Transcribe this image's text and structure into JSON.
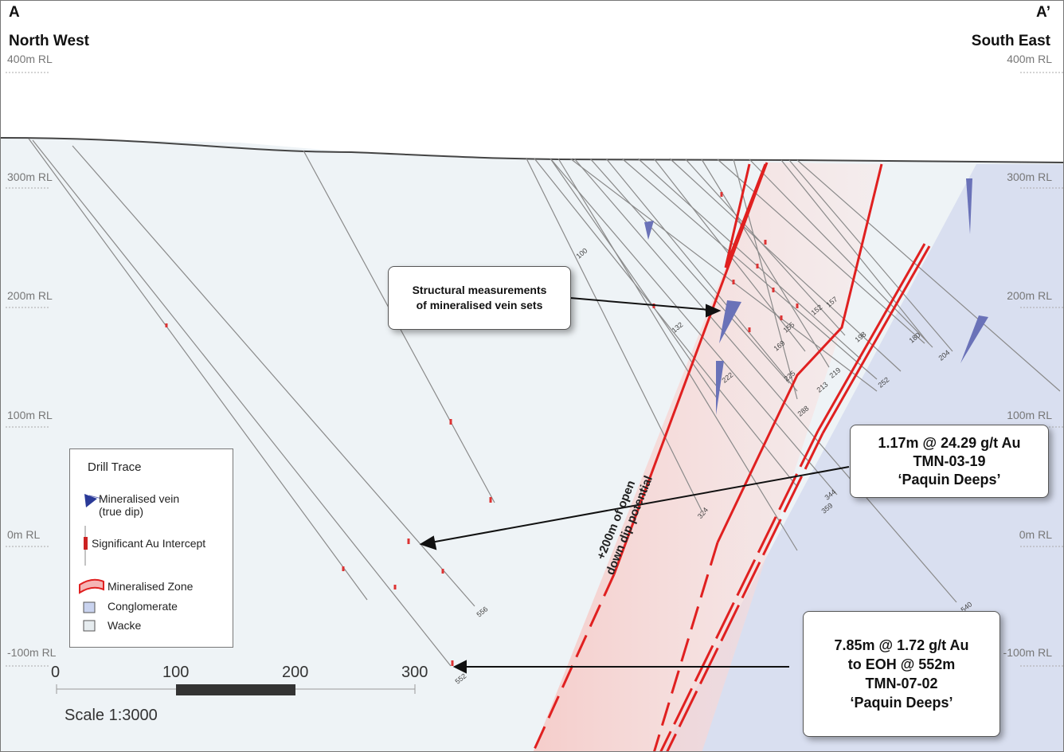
{
  "section": {
    "start_letter": "A",
    "start_direction": "North West",
    "end_letter": "A’",
    "end_direction": "South East"
  },
  "rl_labels": [
    "400m RL",
    "300m RL",
    "200m RL",
    "100m RL",
    "0m RL",
    "-100m RL"
  ],
  "callouts": {
    "structural": [
      "Structural measurements",
      "of mineralised vein sets"
    ],
    "intercept1": [
      "1.17m @ 24.29 g/t Au",
      "TMN-03-19",
      "‘Paquin Deeps’"
    ],
    "intercept2": [
      "7.85m @ 1.72 g/t Au",
      "to EOH @ 552m",
      "TMN-07-02",
      "‘Paquin Deeps’"
    ]
  },
  "zone_annotation": [
    "+200m of open",
    "down dip potential"
  ],
  "legend": {
    "title": "Drill Trace",
    "items": [
      "Mineralised vein",
      "(true dip)",
      "Significant Au Intercept",
      "Mineralised Zone",
      "Conglomerate",
      "Wacke"
    ]
  },
  "scale": {
    "ticks": [
      "0",
      "100",
      "200",
      "300"
    ],
    "label": "Scale 1:3000"
  },
  "depth_labels": [
    "100",
    "132",
    "155",
    "157",
    "152",
    "169",
    "180",
    "198",
    "204",
    "213",
    "219",
    "222",
    "225",
    "252",
    "288",
    "324",
    "344",
    "359",
    "556",
    "552",
    "540"
  ],
  "colors": {
    "zone": "#e02020",
    "conglomerate": "#d9dff0",
    "wacke": "#eef3f6",
    "vein": "#3a4aa0"
  }
}
